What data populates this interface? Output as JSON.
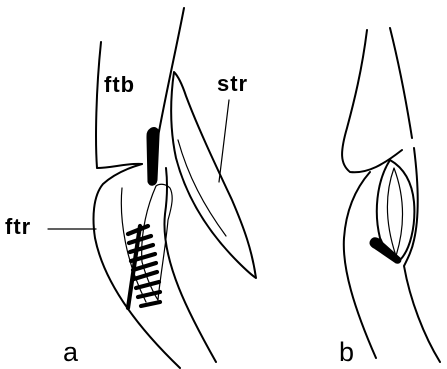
{
  "labels": {
    "ftb": "ftb",
    "str": "str",
    "ftr": "ftr",
    "panel_a": "a",
    "panel_b": "b"
  },
  "colors": {
    "ink": "#000000",
    "background": "#ffffff"
  }
}
